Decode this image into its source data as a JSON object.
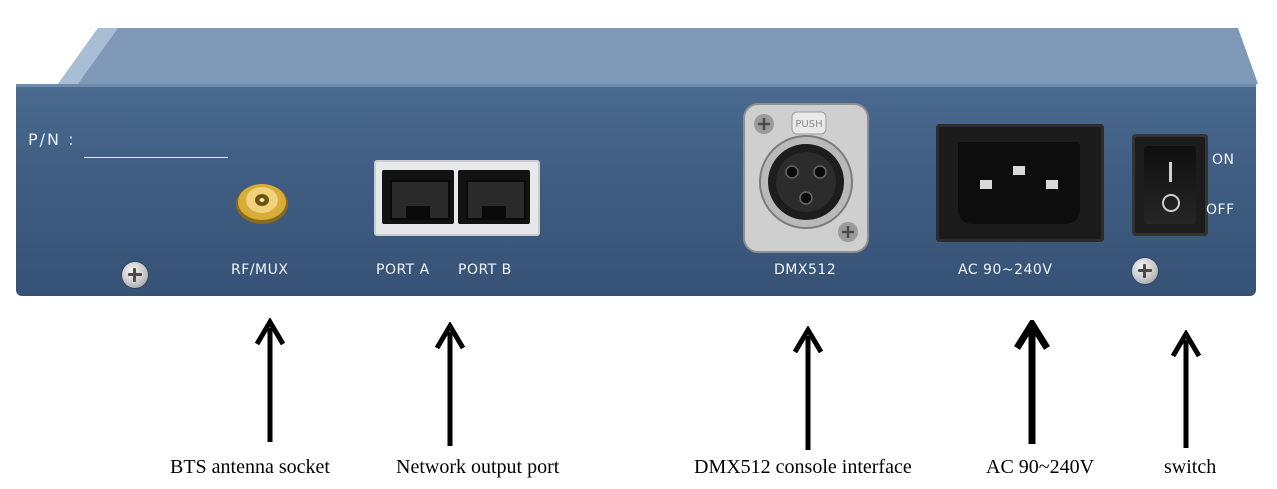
{
  "device": {
    "pn_label": "P/N :",
    "labels": {
      "rf": "RF/MUX",
      "port_a": "PORT A",
      "port_b": "PORT B",
      "dmx": "DMX512",
      "ac": "AC 90~240V",
      "on": "ON",
      "off": "OFF",
      "push": "PUSH"
    },
    "colors": {
      "panel": "#3f5d82",
      "panel_top": "#8fa6c2",
      "label_text": "#f1f4f8"
    }
  },
  "captions": {
    "rf": "BTS antenna socket",
    "network": "Network output port",
    "dmx": "DMX512 console interface",
    "ac": "AC 90~240V",
    "switch": "switch"
  }
}
